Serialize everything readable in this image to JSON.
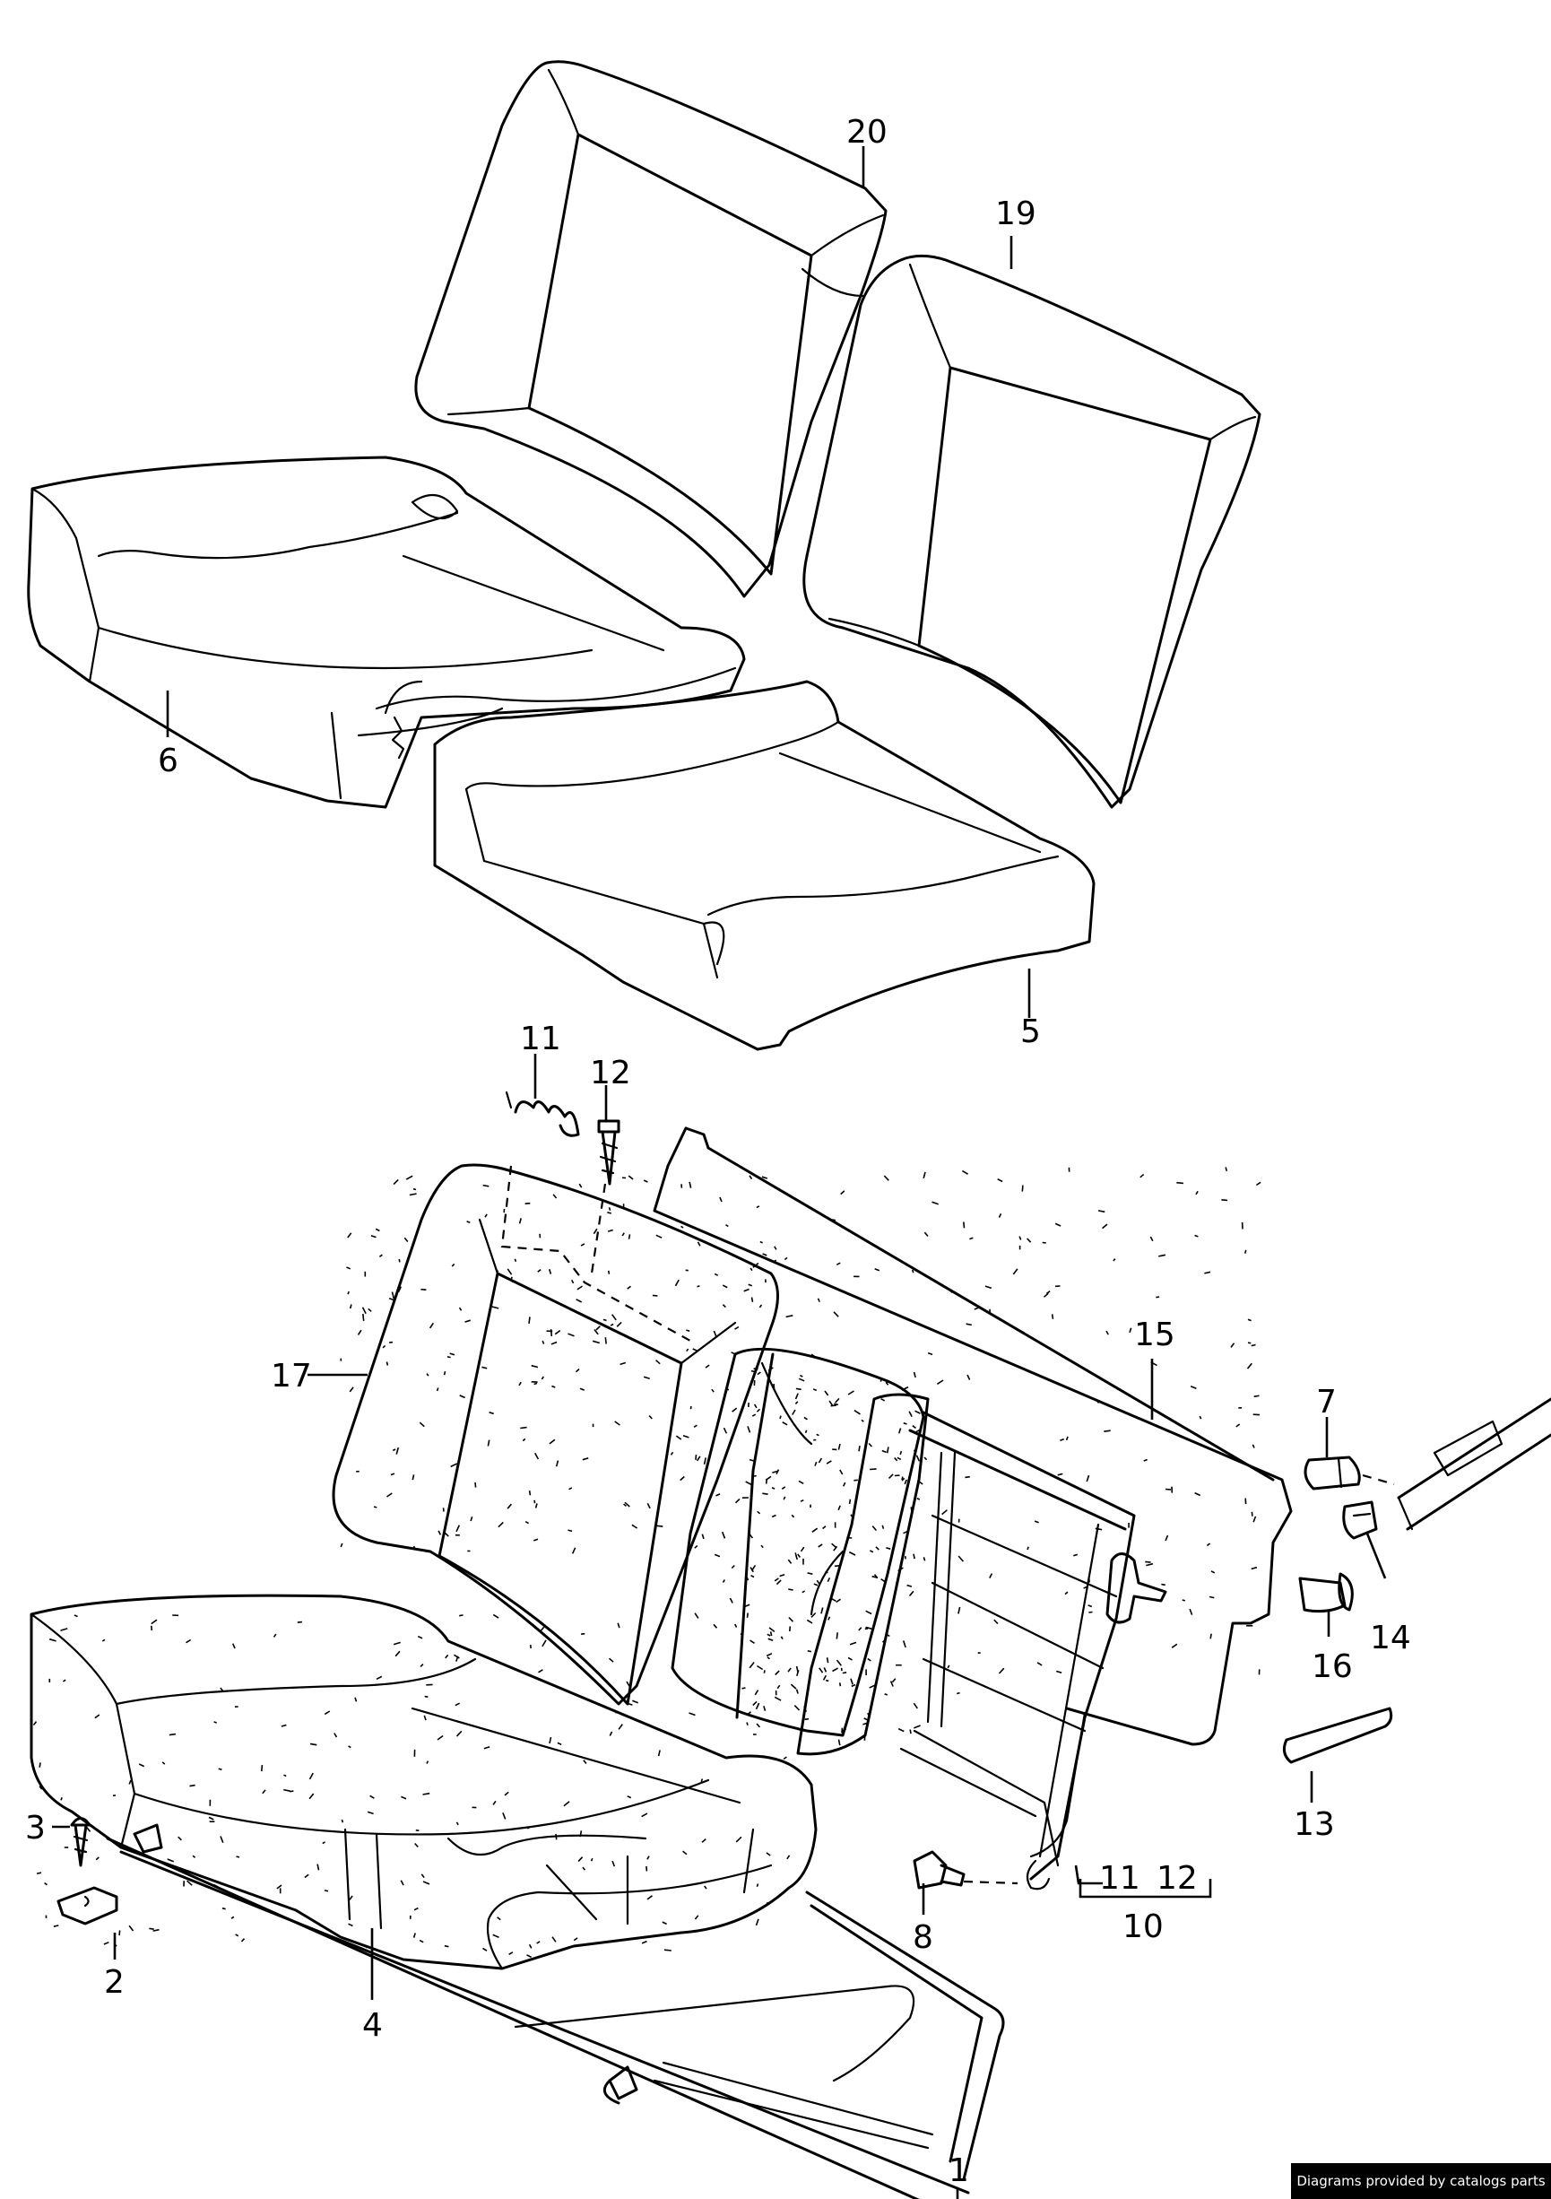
{
  "callouts": [
    {
      "id": "c20",
      "text": "20"
    },
    {
      "id": "c19",
      "text": "19"
    },
    {
      "id": "c6",
      "text": "6"
    },
    {
      "id": "c5",
      "text": "5"
    },
    {
      "id": "c11a",
      "text": "11"
    },
    {
      "id": "c12a",
      "text": "12"
    },
    {
      "id": "c17",
      "text": "17"
    },
    {
      "id": "c15",
      "text": "15"
    },
    {
      "id": "c7",
      "text": "7"
    },
    {
      "id": "c14",
      "text": "14"
    },
    {
      "id": "c16",
      "text": "16"
    },
    {
      "id": "c13",
      "text": "13"
    },
    {
      "id": "c3",
      "text": "3"
    },
    {
      "id": "c2",
      "text": "2"
    },
    {
      "id": "c8",
      "text": "8"
    },
    {
      "id": "c11b",
      "text": "11"
    },
    {
      "id": "c12b",
      "text": "12"
    },
    {
      "id": "c10",
      "text": "10"
    },
    {
      "id": "c4",
      "text": "4"
    },
    {
      "id": "c1",
      "text": "1"
    }
  ],
  "watermark": {
    "text": "Diagrams provided by catalogs parts"
  }
}
